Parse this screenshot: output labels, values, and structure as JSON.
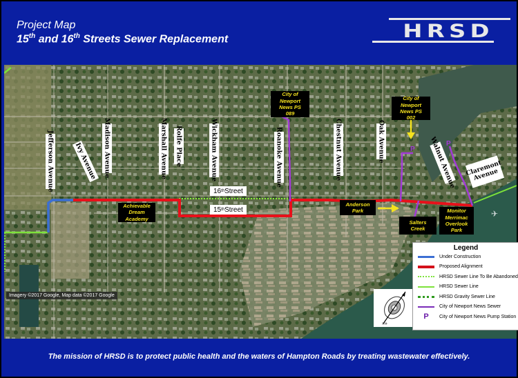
{
  "header": {
    "title_line1": "Project Map",
    "title_line2": {
      "num1": "15",
      "sup1": "th",
      "mid": " and 16",
      "sup2": "th",
      "rest": " Streets Sewer Replacement"
    },
    "logo_text": "HRSD"
  },
  "map": {
    "streets_vertical": [
      {
        "label": "Jefferson Avenue"
      },
      {
        "label": "Ivy Avenue"
      },
      {
        "label": "Madison Avenue"
      },
      {
        "label": "Marshall Avenue"
      },
      {
        "label": "Rolfe Place"
      },
      {
        "label": "Wickham Avenue"
      },
      {
        "label": "Roanoke Avenue"
      },
      {
        "label": "Chestnut Avenue"
      },
      {
        "label": "Oak Avenue"
      },
      {
        "label": "Walnut Avenue"
      }
    ],
    "streets_horizontal": [
      {
        "num": "16",
        "sup": "th",
        "rest": " Street"
      },
      {
        "num": "15",
        "sup": "th",
        "rest": " Street"
      }
    ],
    "claremont": {
      "line1": "Claremont",
      "line2": "Avenue"
    },
    "pois": [
      {
        "lines": [
          "City of",
          "Newport",
          "News PS",
          "089"
        ]
      },
      {
        "lines": [
          "City of",
          "Newport",
          "News PS",
          "002"
        ]
      },
      {
        "lines": [
          "Achievable",
          "Dream",
          "Academy"
        ]
      },
      {
        "lines": [
          "Anderson",
          "Park"
        ]
      },
      {
        "lines": [
          "Salters",
          "Creek"
        ]
      },
      {
        "lines": [
          "Monitor",
          "Merrimac",
          "Overlook",
          "Park"
        ]
      }
    ],
    "pump_marker": "P",
    "credit": "Imagery ©2017 Google, Map data ©2017 Google",
    "colors": {
      "under_construction": "#3b6fd4",
      "proposed_alignment": "#e8101a",
      "hrsd_abandoned": "#8af03a",
      "hrsd_sewer": "#7de23a",
      "hrsd_gravity": "#2f9a1e",
      "newport_sewer": "#a23ad6",
      "pump_station": "#6a1ba8",
      "arrow": "#f5e21e"
    }
  },
  "legend": {
    "title": "Legend",
    "items": [
      {
        "label": "Under Construction",
        "style": "solid",
        "color": "#3b6fd4"
      },
      {
        "label": "Proposed Alignment",
        "style": "solid",
        "color": "#d4101a"
      },
      {
        "label": "HRSD Sewer Line To Be Abandoned",
        "style": "dotted",
        "color": "#7de23a"
      },
      {
        "label": "HRSD Sewer Line",
        "style": "solid",
        "color": "#7de23a"
      },
      {
        "label": "HRSD Gravity Sewer Line",
        "style": "dotted",
        "color": "#2f9a1e"
      },
      {
        "label": "City of Newport News Sewer",
        "style": "solid",
        "color": "#7a2ab8"
      },
      {
        "label": "City of Newport News Pump Station",
        "style": "marker",
        "marker": "P",
        "color": "#6a1ba8"
      }
    ]
  },
  "compass": {
    "icon": "north-arrow-icon"
  },
  "footer": {
    "mission": "The mission of HRSD is to protect public health and the waters of Hampton Roads by treating wastewater effectively."
  }
}
